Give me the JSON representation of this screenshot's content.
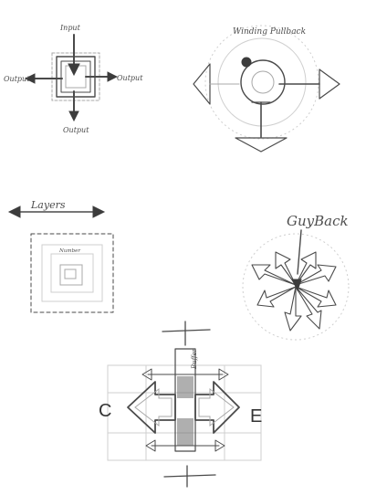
{
  "sketch1": {
    "label_top": "Input",
    "label_left": "Output",
    "label_right": "Output",
    "label_bottom": "Output"
  },
  "sketch2": {
    "title": "Winding Pullback"
  },
  "sketch3": {
    "title": "Layers",
    "inner_label": "Number"
  },
  "sketch4": {
    "title": "GuyBack"
  },
  "sketch5": {
    "left_letter": "C",
    "right_letter": "E",
    "bar_label": "Buffer"
  },
  "colors": {
    "pencil": "#4a4a4a",
    "light": "#a8a8a8",
    "paper": "#ffffff"
  }
}
